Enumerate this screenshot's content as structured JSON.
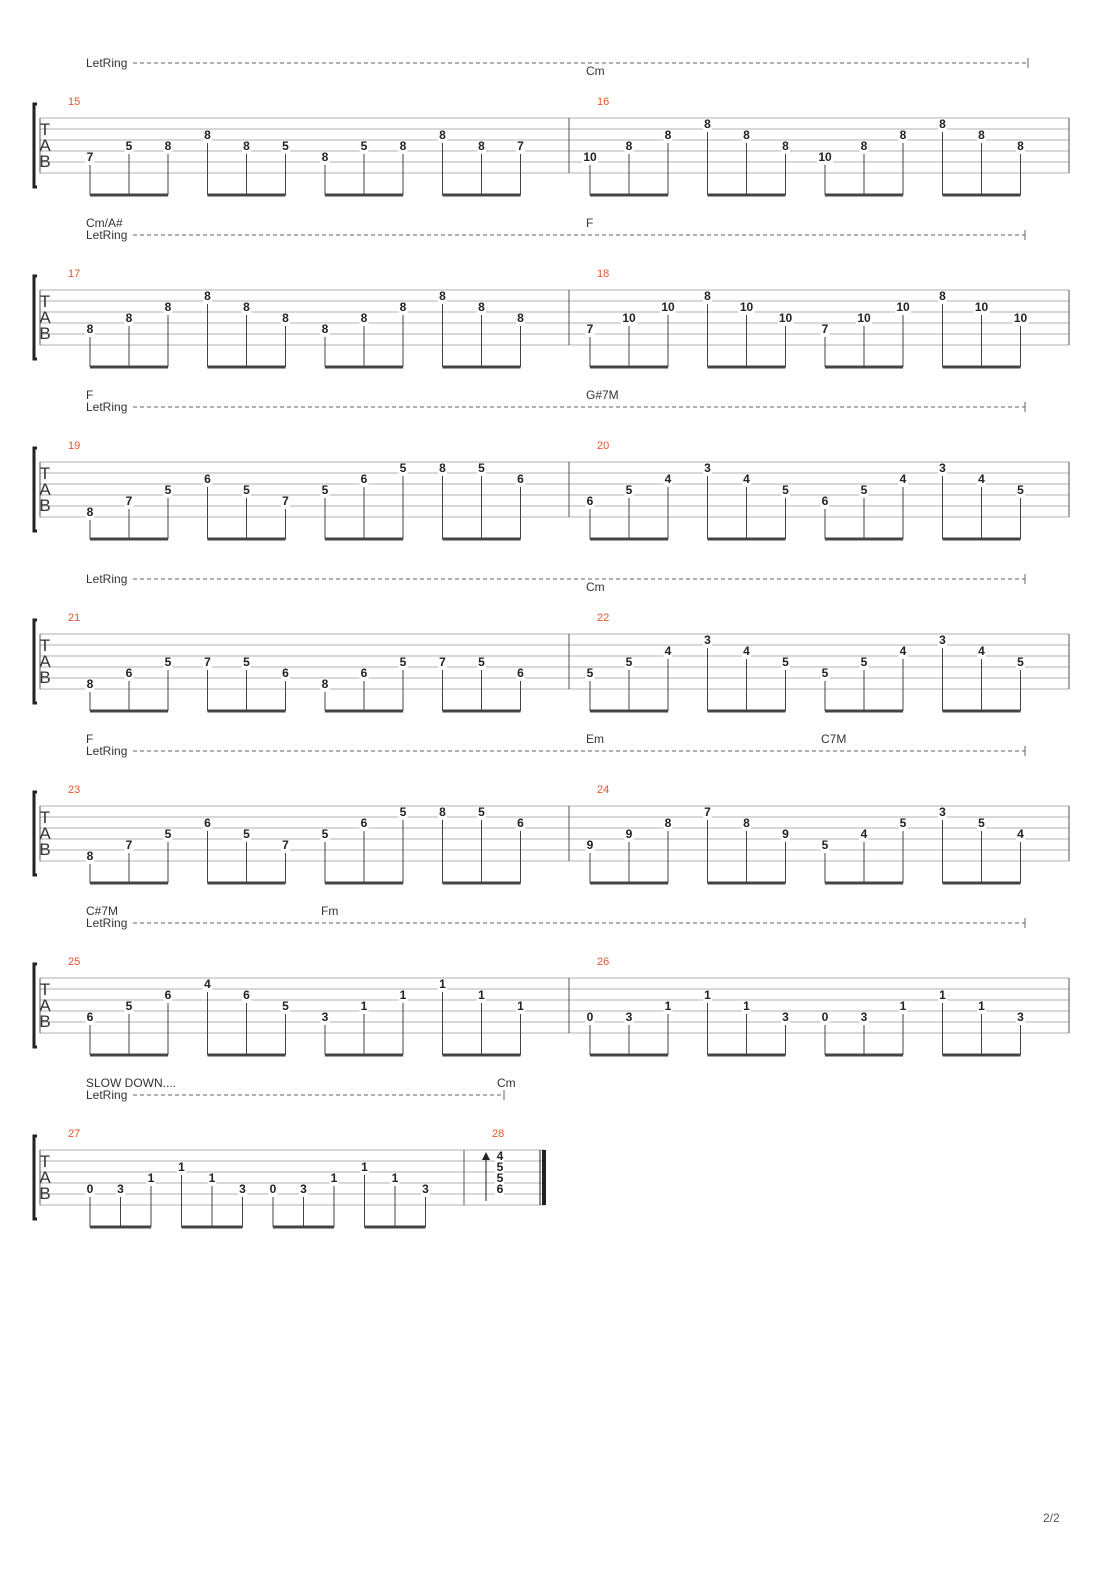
{
  "page": {
    "number": "2/2"
  },
  "tab_label": [
    "T",
    "A",
    "B"
  ],
  "let_ring_label": "LetRing",
  "colors": {
    "measure_number": "#e8542a",
    "staff_line": "#b0b0b0",
    "text": "#333333"
  },
  "systems": [
    {
      "texts": [
        "LetRing"
      ],
      "chords": [
        {
          "label": "Cm",
          "measure": 1,
          "beat": 0
        }
      ],
      "measures": [
        {
          "number": "15",
          "groups": [
            [
              {
                "s": 4,
                "f": "7"
              },
              {
                "s": 3,
                "f": "5"
              },
              {
                "s": 3,
                "f": "8"
              }
            ],
            [
              {
                "s": 2,
                "f": "8"
              },
              {
                "s": 3,
                "f": "8"
              },
              {
                "s": 3,
                "f": "5"
              }
            ],
            [
              {
                "s": 4,
                "f": "8"
              },
              {
                "s": 3,
                "f": "5"
              },
              {
                "s": 3,
                "f": "8"
              }
            ],
            [
              {
                "s": 2,
                "f": "8"
              },
              {
                "s": 3,
                "f": "8"
              },
              {
                "s": 3,
                "f": "7"
              }
            ]
          ]
        },
        {
          "number": "16",
          "groups": [
            [
              {
                "s": 4,
                "f": "10"
              },
              {
                "s": 3,
                "f": "8"
              },
              {
                "s": 2,
                "f": "8"
              }
            ],
            [
              {
                "s": 1,
                "f": "8"
              },
              {
                "s": 2,
                "f": "8"
              },
              {
                "s": 3,
                "f": "8"
              }
            ],
            [
              {
                "s": 4,
                "f": "10"
              },
              {
                "s": 3,
                "f": "8"
              },
              {
                "s": 2,
                "f": "8"
              }
            ],
            [
              {
                "s": 1,
                "f": "8"
              },
              {
                "s": 2,
                "f": "8"
              },
              {
                "s": 3,
                "f": "8"
              }
            ]
          ]
        }
      ]
    },
    {
      "texts": [
        "Cm/A#",
        "LetRing"
      ],
      "chords": [
        {
          "label": "F",
          "measure": 1,
          "beat": 0
        }
      ],
      "measures": [
        {
          "number": "17",
          "groups": [
            [
              {
                "s": 4,
                "f": "8"
              },
              {
                "s": 3,
                "f": "8"
              },
              {
                "s": 2,
                "f": "8"
              }
            ],
            [
              {
                "s": 1,
                "f": "8"
              },
              {
                "s": 2,
                "f": "8"
              },
              {
                "s": 3,
                "f": "8"
              }
            ],
            [
              {
                "s": 4,
                "f": "8"
              },
              {
                "s": 3,
                "f": "8"
              },
              {
                "s": 2,
                "f": "8"
              }
            ],
            [
              {
                "s": 1,
                "f": "8"
              },
              {
                "s": 2,
                "f": "8"
              },
              {
                "s": 3,
                "f": "8"
              }
            ]
          ]
        },
        {
          "number": "18",
          "groups": [
            [
              {
                "s": 4,
                "f": "7"
              },
              {
                "s": 3,
                "f": "10"
              },
              {
                "s": 2,
                "f": "10"
              }
            ],
            [
              {
                "s": 1,
                "f": "8"
              },
              {
                "s": 2,
                "f": "10"
              },
              {
                "s": 3,
                "f": "10"
              }
            ],
            [
              {
                "s": 4,
                "f": "7"
              },
              {
                "s": 3,
                "f": "10"
              },
              {
                "s": 2,
                "f": "10"
              }
            ],
            [
              {
                "s": 1,
                "f": "8"
              },
              {
                "s": 2,
                "f": "10"
              },
              {
                "s": 3,
                "f": "10"
              }
            ]
          ]
        }
      ]
    },
    {
      "texts": [
        "F",
        "LetRing"
      ],
      "chords": [
        {
          "label": "G#7M",
          "measure": 1,
          "beat": 0
        }
      ],
      "measures": [
        {
          "number": "19",
          "groups": [
            [
              {
                "s": 5,
                "f": "8"
              },
              {
                "s": 4,
                "f": "7"
              },
              {
                "s": 3,
                "f": "5"
              }
            ],
            [
              {
                "s": 2,
                "f": "6"
              },
              {
                "s": 3,
                "f": "5"
              },
              {
                "s": 4,
                "f": "7"
              }
            ],
            [
              {
                "s": 3,
                "f": "5"
              },
              {
                "s": 2,
                "f": "6"
              },
              {
                "s": 1,
                "f": "5"
              }
            ],
            [
              {
                "s": 1,
                "f": "8"
              },
              {
                "s": 1,
                "f": "5"
              },
              {
                "s": 2,
                "f": "6"
              }
            ]
          ]
        },
        {
          "number": "20",
          "groups": [
            [
              {
                "s": 4,
                "f": "6"
              },
              {
                "s": 3,
                "f": "5"
              },
              {
                "s": 2,
                "f": "4"
              }
            ],
            [
              {
                "s": 1,
                "f": "3"
              },
              {
                "s": 2,
                "f": "4"
              },
              {
                "s": 3,
                "f": "5"
              }
            ],
            [
              {
                "s": 4,
                "f": "6"
              },
              {
                "s": 3,
                "f": "5"
              },
              {
                "s": 2,
                "f": "4"
              }
            ],
            [
              {
                "s": 1,
                "f": "3"
              },
              {
                "s": 2,
                "f": "4"
              },
              {
                "s": 3,
                "f": "5"
              }
            ]
          ]
        }
      ]
    },
    {
      "texts": [
        "LetRing"
      ],
      "chords": [
        {
          "label": "Cm",
          "measure": 1,
          "beat": 0
        }
      ],
      "measures": [
        {
          "number": "21",
          "groups": [
            [
              {
                "s": 5,
                "f": "8"
              },
              {
                "s": 4,
                "f": "6"
              },
              {
                "s": 3,
                "f": "5"
              }
            ],
            [
              {
                "s": 3,
                "f": "7"
              },
              {
                "s": 3,
                "f": "5"
              },
              {
                "s": 4,
                "f": "6"
              }
            ],
            [
              {
                "s": 5,
                "f": "8"
              },
              {
                "s": 4,
                "f": "6"
              },
              {
                "s": 3,
                "f": "5"
              }
            ],
            [
              {
                "s": 3,
                "f": "7"
              },
              {
                "s": 3,
                "f": "5"
              },
              {
                "s": 4,
                "f": "6"
              }
            ]
          ]
        },
        {
          "number": "22",
          "groups": [
            [
              {
                "s": 4,
                "f": "5"
              },
              {
                "s": 3,
                "f": "5"
              },
              {
                "s": 2,
                "f": "4"
              }
            ],
            [
              {
                "s": 1,
                "f": "3"
              },
              {
                "s": 2,
                "f": "4"
              },
              {
                "s": 3,
                "f": "5"
              }
            ],
            [
              {
                "s": 4,
                "f": "5"
              },
              {
                "s": 3,
                "f": "5"
              },
              {
                "s": 2,
                "f": "4"
              }
            ],
            [
              {
                "s": 1,
                "f": "3"
              },
              {
                "s": 2,
                "f": "4"
              },
              {
                "s": 3,
                "f": "5"
              }
            ]
          ]
        }
      ]
    },
    {
      "texts": [
        "F",
        "LetRing"
      ],
      "chords": [
        {
          "label": "Em",
          "measure": 1,
          "beat": 0
        },
        {
          "label": "C7M",
          "measure": 1,
          "beat": 2
        }
      ],
      "measures": [
        {
          "number": "23",
          "groups": [
            [
              {
                "s": 5,
                "f": "8"
              },
              {
                "s": 4,
                "f": "7"
              },
              {
                "s": 3,
                "f": "5"
              }
            ],
            [
              {
                "s": 2,
                "f": "6"
              },
              {
                "s": 3,
                "f": "5"
              },
              {
                "s": 4,
                "f": "7"
              }
            ],
            [
              {
                "s": 3,
                "f": "5"
              },
              {
                "s": 2,
                "f": "6"
              },
              {
                "s": 1,
                "f": "5"
              }
            ],
            [
              {
                "s": 1,
                "f": "8"
              },
              {
                "s": 1,
                "f": "5"
              },
              {
                "s": 2,
                "f": "6"
              }
            ]
          ]
        },
        {
          "number": "24",
          "groups": [
            [
              {
                "s": 4,
                "f": "9"
              },
              {
                "s": 3,
                "f": "9"
              },
              {
                "s": 2,
                "f": "8"
              }
            ],
            [
              {
                "s": 1,
                "f": "7"
              },
              {
                "s": 2,
                "f": "8"
              },
              {
                "s": 3,
                "f": "9"
              }
            ],
            [
              {
                "s": 4,
                "f": "5"
              },
              {
                "s": 3,
                "f": "4"
              },
              {
                "s": 2,
                "f": "5"
              }
            ],
            [
              {
                "s": 1,
                "f": "3"
              },
              {
                "s": 2,
                "f": "5"
              },
              {
                "s": 3,
                "f": "4"
              }
            ]
          ]
        }
      ]
    },
    {
      "texts": [
        "C#7M",
        "LetRing"
      ],
      "chords": [
        {
          "label": "Fm",
          "measure": 0,
          "beat": 2
        }
      ],
      "measures": [
        {
          "number": "25",
          "groups": [
            [
              {
                "s": 4,
                "f": "6"
              },
              {
                "s": 3,
                "f": "5"
              },
              {
                "s": 2,
                "f": "6"
              }
            ],
            [
              {
                "s": 1,
                "f": "4"
              },
              {
                "s": 2,
                "f": "6"
              },
              {
                "s": 3,
                "f": "5"
              }
            ],
            [
              {
                "s": 4,
                "f": "3"
              },
              {
                "s": 3,
                "f": "1"
              },
              {
                "s": 2,
                "f": "1"
              }
            ],
            [
              {
                "s": 1,
                "f": "1"
              },
              {
                "s": 2,
                "f": "1"
              },
              {
                "s": 3,
                "f": "1"
              }
            ]
          ]
        },
        {
          "number": "26",
          "groups": [
            [
              {
                "s": 4,
                "f": "0"
              },
              {
                "s": 4,
                "f": "3"
              },
              {
                "s": 3,
                "f": "1"
              }
            ],
            [
              {
                "s": 2,
                "f": "1"
              },
              {
                "s": 3,
                "f": "1"
              },
              {
                "s": 4,
                "f": "3"
              }
            ],
            [
              {
                "s": 4,
                "f": "0"
              },
              {
                "s": 4,
                "f": "3"
              },
              {
                "s": 3,
                "f": "1"
              }
            ],
            [
              {
                "s": 2,
                "f": "1"
              },
              {
                "s": 3,
                "f": "1"
              },
              {
                "s": 4,
                "f": "3"
              }
            ]
          ]
        }
      ]
    },
    {
      "texts": [
        "SLOW DOWN....",
        "LetRing"
      ],
      "chords": [
        {
          "label": "Cm",
          "measure": 1,
          "beat": 0
        }
      ],
      "measures": [
        {
          "number": "27",
          "groups": [
            [
              {
                "s": 4,
                "f": "0"
              },
              {
                "s": 4,
                "f": "3"
              },
              {
                "s": 3,
                "f": "1"
              }
            ],
            [
              {
                "s": 2,
                "f": "1"
              },
              {
                "s": 3,
                "f": "1"
              },
              {
                "s": 4,
                "f": "3"
              }
            ],
            [
              {
                "s": 4,
                "f": "0"
              },
              {
                "s": 4,
                "f": "3"
              },
              {
                "s": 3,
                "f": "1"
              }
            ],
            [
              {
                "s": 2,
                "f": "1"
              },
              {
                "s": 3,
                "f": "1"
              },
              {
                "s": 4,
                "f": "3"
              }
            ]
          ]
        },
        {
          "number": "28",
          "strum": "up",
          "chord_frets": [
            {
              "s": 1,
              "f": "4"
            },
            {
              "s": 2,
              "f": "5"
            },
            {
              "s": 3,
              "f": "5"
            },
            {
              "s": 4,
              "f": "6"
            }
          ]
        }
      ]
    }
  ]
}
